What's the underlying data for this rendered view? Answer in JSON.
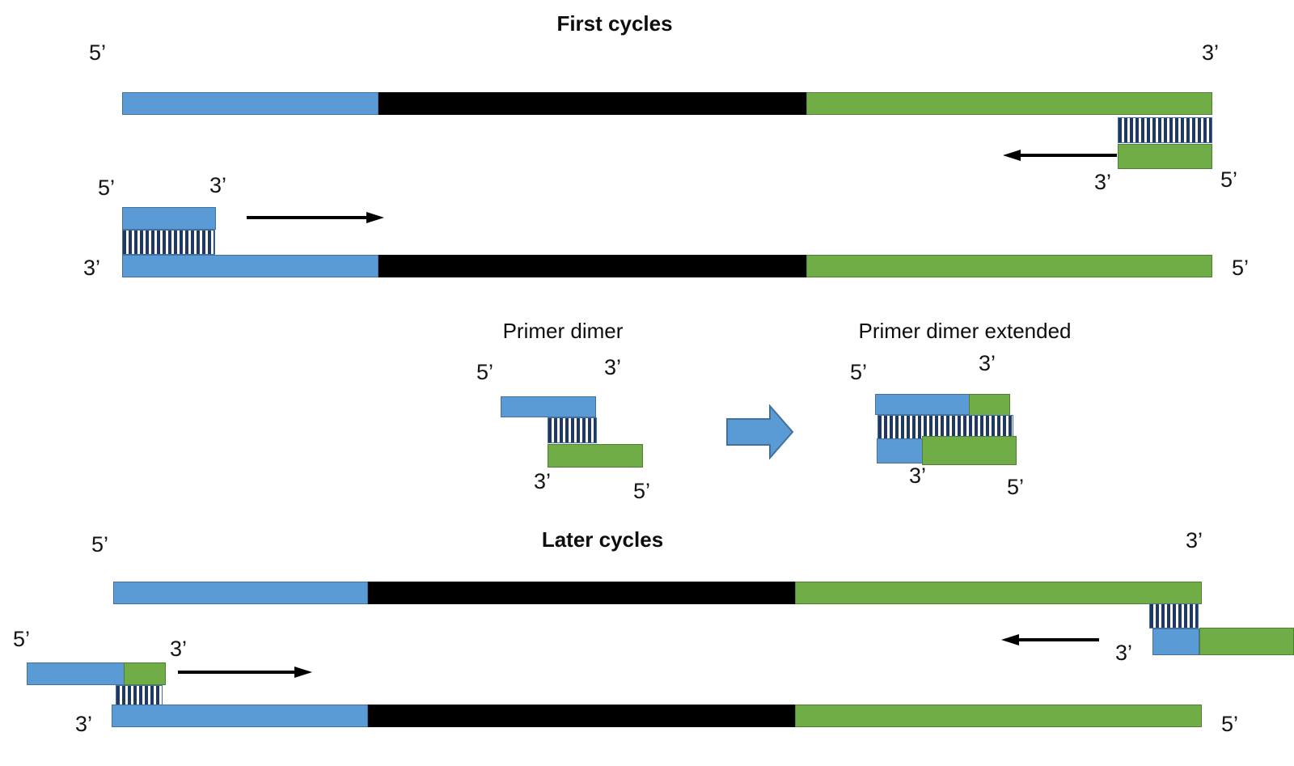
{
  "colors": {
    "background": "#ffffff",
    "forward_primer_fill": "#5b9bd5",
    "forward_primer_border": "#41719c",
    "reverse_primer_fill": "#70ad47",
    "reverse_primer_border": "#507e32",
    "template_fill": "#000000",
    "hybrid_stripe": "#1f3864",
    "hybrid_background": "#ffffff",
    "arrow_color": "#000000",
    "block_arrow_fill": "#5b9bd5",
    "block_arrow_border": "#41719c"
  },
  "icons": {
    "extension_arrow_right": "right-arrow",
    "extension_arrow_left": "left-arrow",
    "block_arrow": "fat-right-arrow"
  },
  "sections": {
    "first_cycles": {
      "title": "First cycles",
      "template_top": {
        "left_label": "5’",
        "right_label": "3’"
      },
      "reverse_primer": {
        "label_3": "3’",
        "label_5": "5’"
      },
      "forward_primer": {
        "label_5": "5’",
        "label_3": "3’"
      },
      "template_bottom": {
        "left_label": "3’",
        "right_label": "5’"
      }
    },
    "primer_dimer": {
      "title": "Primer dimer",
      "label_5_top": "5’",
      "label_3_top": "3’",
      "label_3_bottom": "3’",
      "label_5_bottom": "5’"
    },
    "primer_dimer_extended": {
      "title": "Primer dimer extended",
      "label_5_top": "5’",
      "label_3_top": "3’",
      "label_3_bottom": "3’",
      "label_5_bottom": "5’"
    },
    "later_cycles": {
      "title": "Later cycles",
      "template_top": {
        "left_label": "5’",
        "right_label": "3’"
      },
      "forward_extended_primer": {
        "label_5": "5’",
        "label_3": "3’"
      },
      "reverse_extended_primer": {
        "label_3": "3’"
      },
      "template_bottom": {
        "left_label": "3’",
        "right_label": "5’"
      }
    }
  }
}
